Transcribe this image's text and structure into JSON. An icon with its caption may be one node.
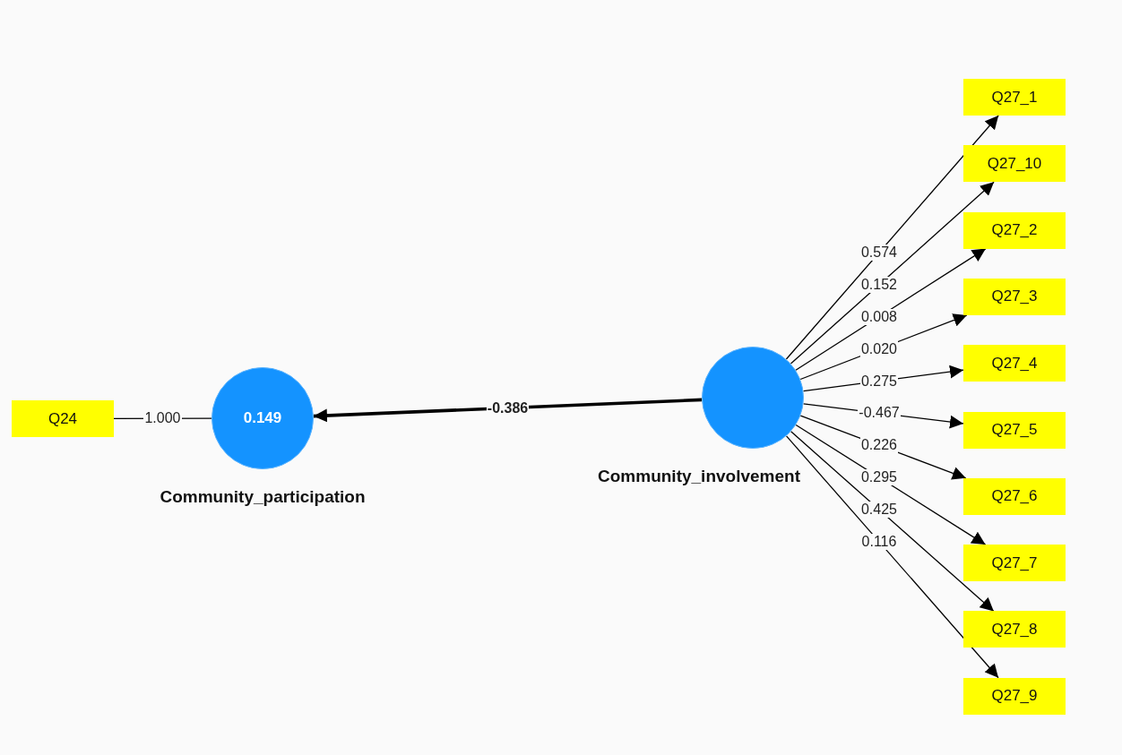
{
  "diagram": {
    "nodes": [
      {
        "text": [
          "Q24"
        ]
      },
      {
        "text": [
          "0.149",
          "Community_participation"
        ]
      },
      {
        "text": [
          "Community_involvement"
        ]
      },
      {
        "text": [
          "Q27_1"
        ]
      },
      {
        "text": [
          "Q27_10"
        ]
      },
      {
        "text": [
          "Q27_2"
        ]
      },
      {
        "text": [
          "Q27_3"
        ]
      },
      {
        "text": [
          "Q27_4"
        ]
      },
      {
        "text": [
          "Q27_5"
        ]
      },
      {
        "text": [
          "Q27_6"
        ]
      },
      {
        "text": [
          "Q27_7"
        ]
      },
      {
        "text": [
          "Q27_8"
        ]
      },
      {
        "text": [
          "Q27_9"
        ]
      }
    ],
    "edges": [
      {
        "from": 0,
        "to": 1,
        "arrow": "none",
        "label": "1.000"
      },
      {
        "from": 2,
        "to": 1,
        "arrow": "to",
        "label": "-0.386",
        "style": "thick"
      },
      {
        "from": 2,
        "to": 3,
        "arrow": "to",
        "label": "0.574"
      },
      {
        "from": 2,
        "to": 4,
        "arrow": "to",
        "label": "0.152"
      },
      {
        "from": 2,
        "to": 5,
        "arrow": "to",
        "label": "0.008"
      },
      {
        "from": 2,
        "to": 6,
        "arrow": "to",
        "label": "0.020"
      },
      {
        "from": 2,
        "to": 7,
        "arrow": "to",
        "label": "0.275"
      },
      {
        "from": 2,
        "to": 8,
        "arrow": "to",
        "label": "-0.467"
      },
      {
        "from": 2,
        "to": 9,
        "arrow": "to",
        "label": "0.226"
      },
      {
        "from": 2,
        "to": 10,
        "arrow": "to",
        "label": "0.295"
      },
      {
        "from": 2,
        "to": 11,
        "arrow": "to",
        "label": "0.425"
      },
      {
        "from": 2,
        "to": 12,
        "arrow": "to",
        "label": "0.116"
      }
    ]
  }
}
